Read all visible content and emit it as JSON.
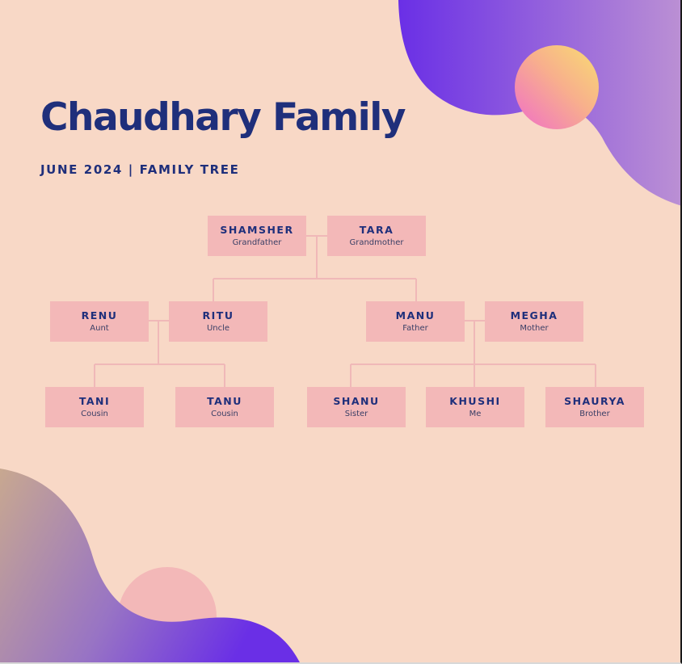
{
  "title": "Chaudhary Family",
  "subtitle": "JUNE 2024 | FAMILY TREE",
  "colors": {
    "background": "#f8d8c6",
    "text": "#1f2f7b",
    "card": "#f3b8b8",
    "connector": "#f0b8b8",
    "blob_purple": "#6a2fe6",
    "blob_lilac": "#bb90d4",
    "blob_tan": "#c8a890",
    "orb_yellow": "#f8dc72",
    "orb_pink": "#f06ec8"
  },
  "people": {
    "shamsher": {
      "name": "SHAMSHER",
      "role": "Grandfather"
    },
    "tara": {
      "name": "TARA",
      "role": "Grandmother"
    },
    "renu": {
      "name": "RENU",
      "role": "Aunt"
    },
    "ritu": {
      "name": "RITU",
      "role": "Uncle"
    },
    "manu": {
      "name": "MANU",
      "role": "Father"
    },
    "megha": {
      "name": "MEGHA",
      "role": "Mother"
    },
    "tani": {
      "name": "TANI",
      "role": "Cousin"
    },
    "tanu": {
      "name": "TANU",
      "role": "Cousin"
    },
    "shanu": {
      "name": "SHANU",
      "role": "Sister"
    },
    "khushi": {
      "name": "KHUSHI",
      "role": "Me"
    },
    "shaurya": {
      "name": "SHAURYA",
      "role": "Brother"
    }
  }
}
